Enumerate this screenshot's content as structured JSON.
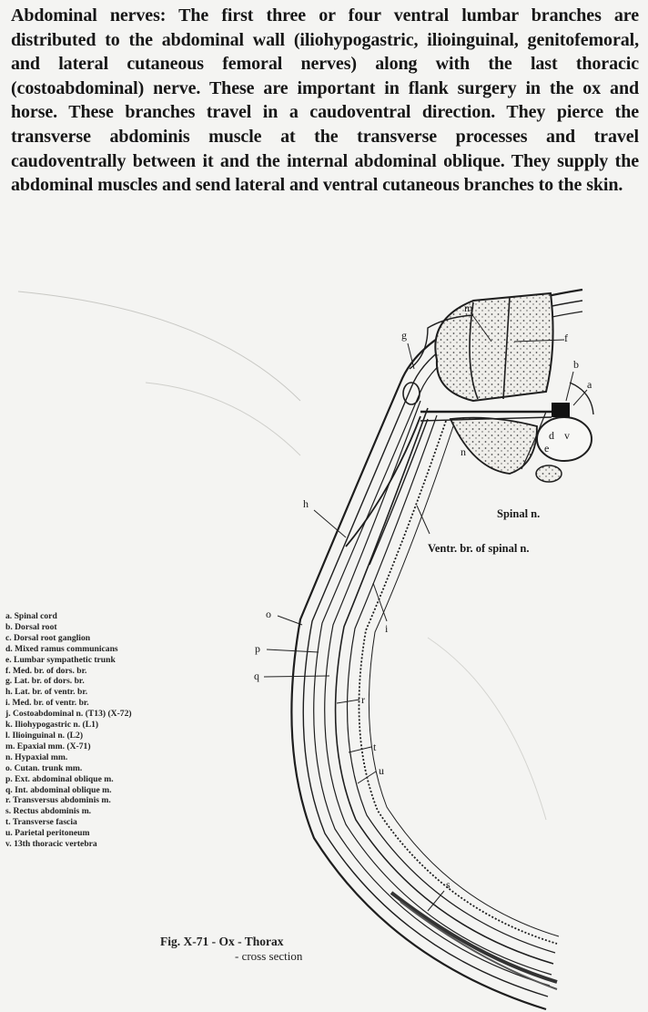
{
  "paragraph": {
    "lead": "Abdominal nerves:",
    "text": "The first three or four ventral lumbar branches are distributed to the abdominal wall (iliohypogastric, ilioinguinal, genitofemoral, and lateral cutaneous femoral nerves) along with the last thoracic (costoabdominal) nerve. These are important in flank surgery in the ox and horse. These branches travel in a caudoventral direction. They pierce the transverse abdominis muscle at the transverse processes and travel caudoventrally between it and the internal abdominal oblique. They supply the abdominal muscles and send lateral and ventral cutaneous branches to the skin."
  },
  "figure": {
    "labels": {
      "a": "a",
      "b": "b",
      "d": "d",
      "v": "v",
      "e": "e",
      "f": "f",
      "g": "g",
      "m": "m",
      "n": "n",
      "h": "h",
      "i": "i",
      "o": "o",
      "p": "p",
      "q": "q",
      "r": "r",
      "t": "t",
      "u": "u",
      "s": "s"
    },
    "spinal_label": "Spinal n.",
    "ventral_label": "Ventr. br. of spinal n.",
    "legend": [
      "a. Spinal cord",
      "b. Dorsal root",
      "c. Dorsal root ganglion",
      "d. Mixed ramus communicans",
      "e. Lumbar sympathetic trunk",
      "f. Med. br. of dors. br.",
      "g. Lat. br. of dors. br.",
      "h. Lat. br. of ventr. br.",
      "i. Med. br. of ventr. br.",
      "j. Costoabdominal n. (T13) (X-72)",
      "k. Iliohypogastric n. (L1)",
      "l. Ilioinguinal n. (L2)",
      "m. Epaxial mm. (X-71)",
      "n. Hypaxial mm.",
      "o. Cutan. trunk mm.",
      "p. Ext. abdominal oblique m.",
      "q. Int. abdominal oblique m.",
      "r. Transversus abdominis m.",
      "s. Rectus abdominis m.",
      "t. Transverse fascia",
      "u. Parietal peritoneum",
      "v. 13th thoracic vertebra"
    ],
    "caption_title": "Fig. X-71 - Ox - Thorax",
    "caption_sub": "- cross section"
  }
}
